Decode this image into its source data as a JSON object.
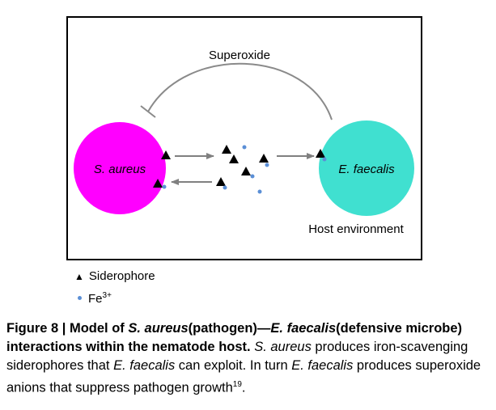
{
  "diagram": {
    "arrow_label": "Superoxide",
    "node_left": "S. aureus",
    "node_right": "E. faecalis",
    "environment_label": "Host environment",
    "colors": {
      "s_aureus": "#ff00ff",
      "e_faecalis": "#40e0d0",
      "fe": "#5b8fd6",
      "arrow": "#888888"
    }
  },
  "legend": {
    "siderophore_icon": "▲",
    "siderophore": "Siderophore",
    "fe_base": "Fe",
    "fe_sup": "3+"
  },
  "caption": {
    "bold_1": "Figure 8 | Model of ",
    "bold_italic_1": "S. aureus",
    "bold_2": "(pathogen)—",
    "bold_italic_2": "E. faecalis",
    "bold_3": "(defensive microbe) interactions within the nematode host.",
    "italic_1": "S. aureus",
    "text_1": " produces iron-scavenging siderophores that ",
    "italic_2": "E. faecalis",
    "text_2": " can exploit. In turn ",
    "italic_3": "E. faecalis",
    "text_3": " produces superoxide anions that suppress pathogen growth",
    "ref": "19",
    "text_4": "."
  }
}
